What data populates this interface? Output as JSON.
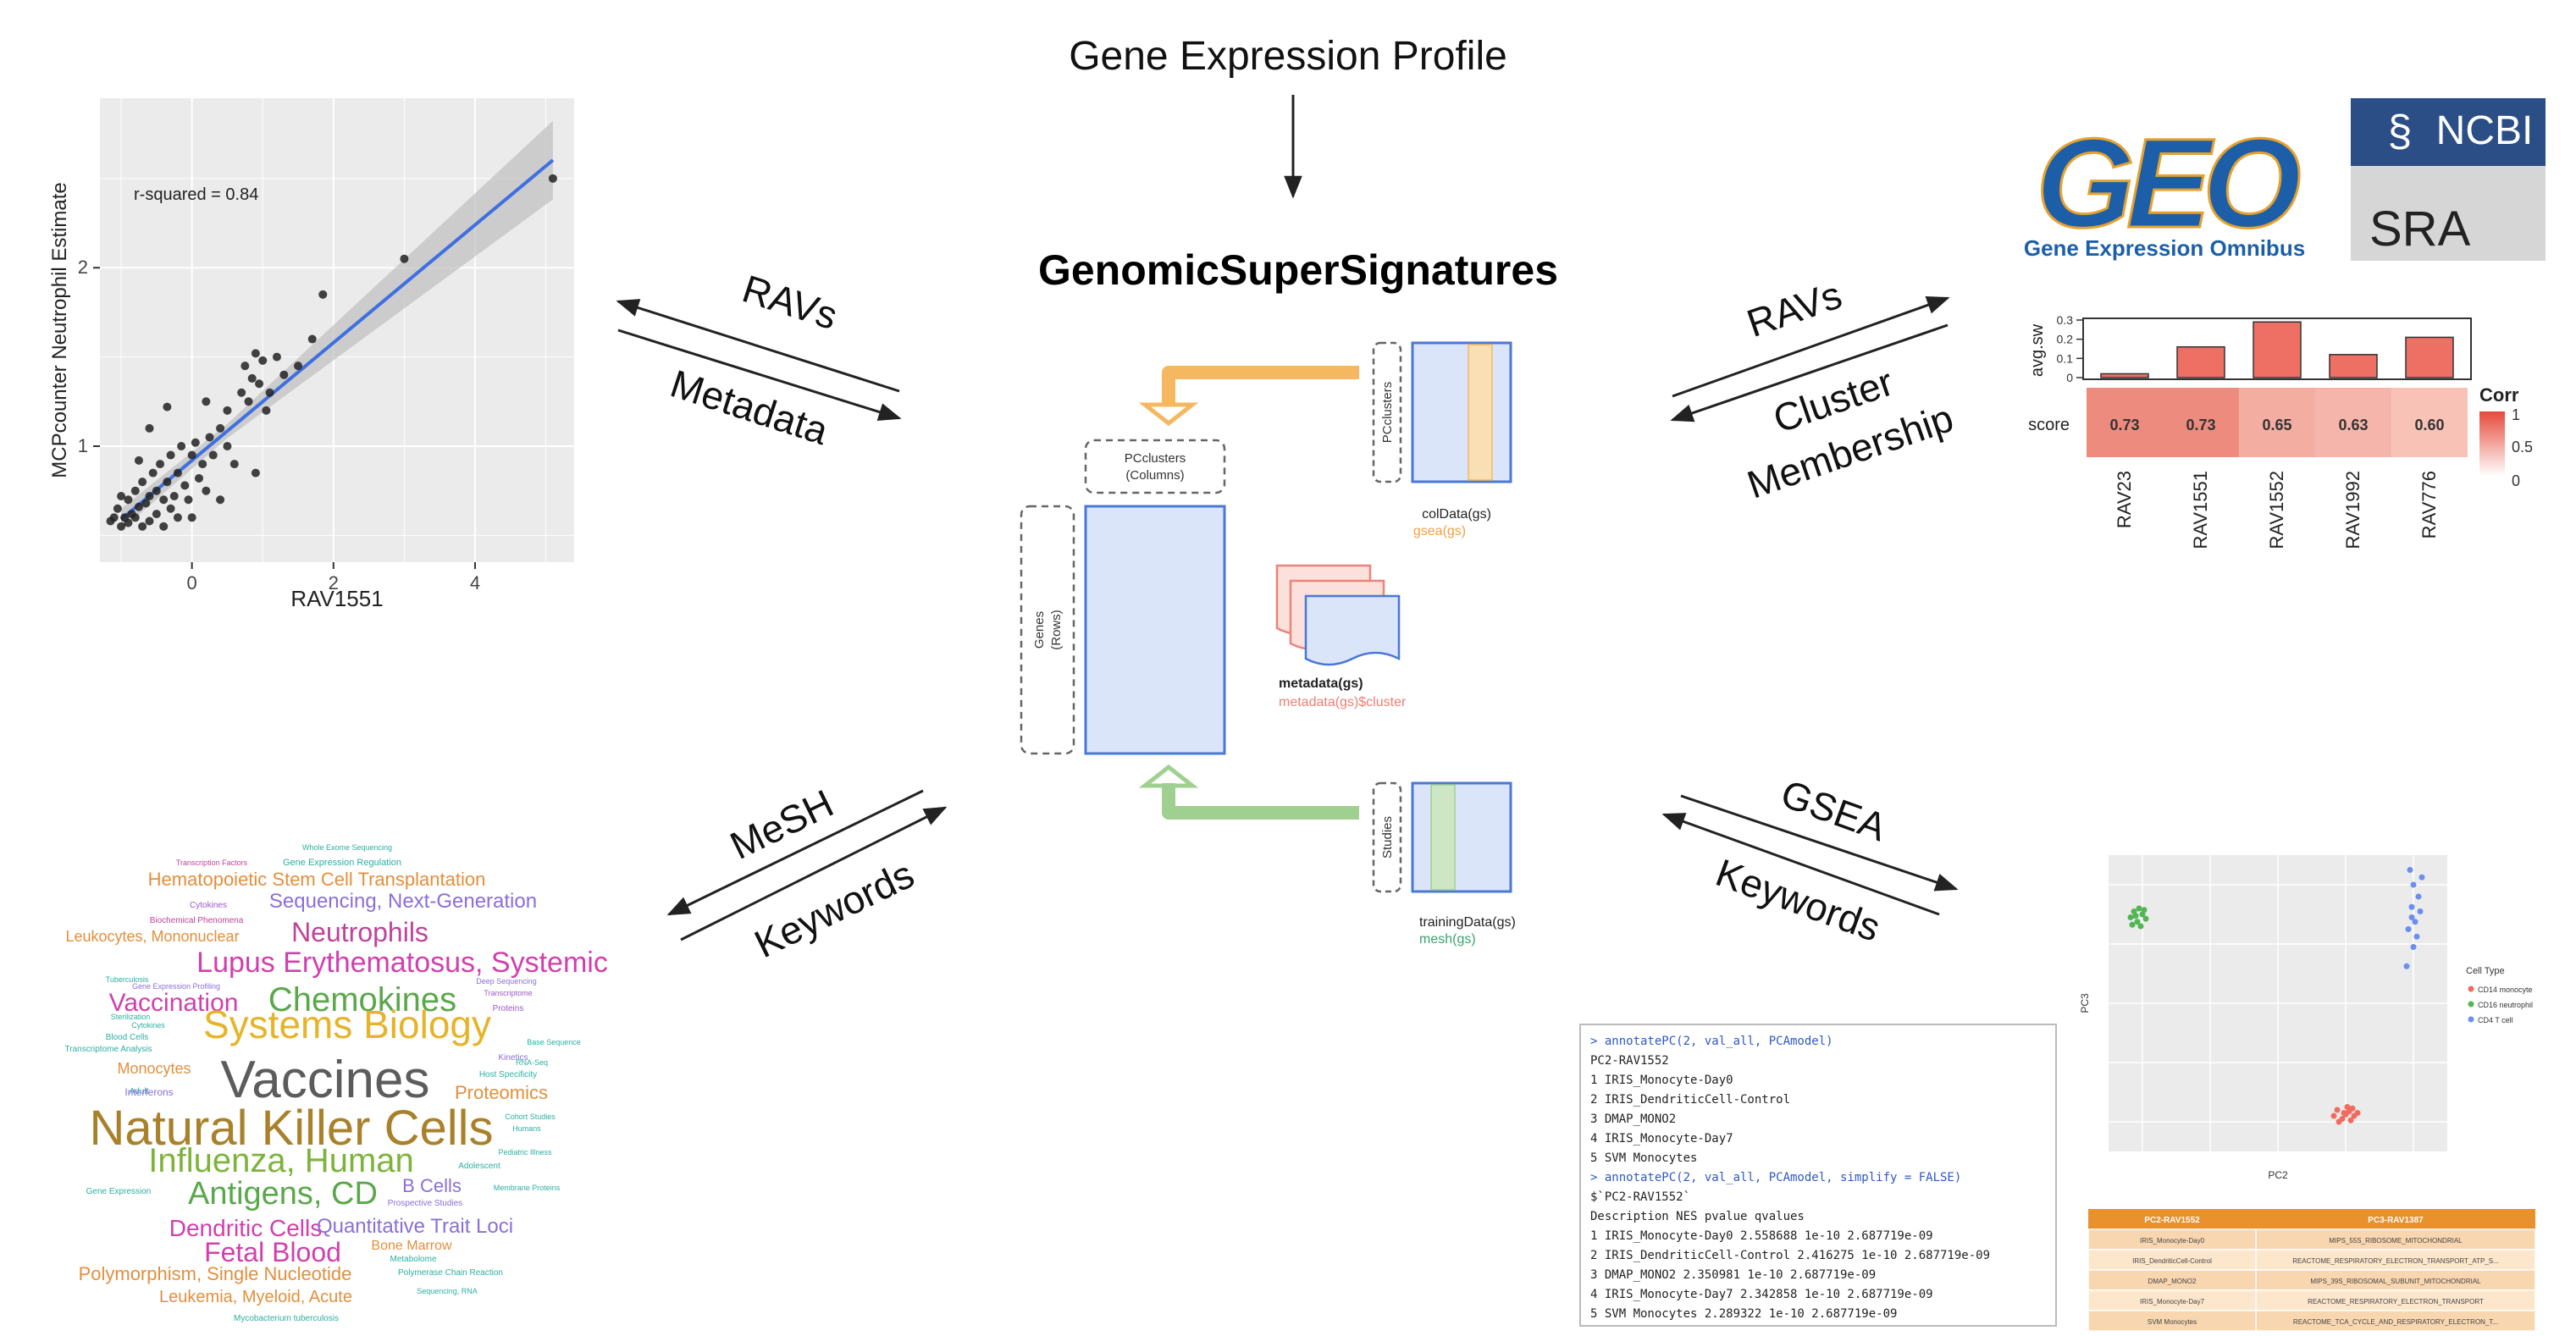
{
  "top": {
    "input_label": "Gene Expression Profile",
    "package_name": "GenomicSuperSignatures"
  },
  "arrows": {
    "top_left": [
      "RAVs",
      "Metadata"
    ],
    "top_right": [
      "RAVs",
      "Cluster",
      "Membership"
    ],
    "bottom_left": [
      "MeSH",
      "Keywords"
    ],
    "bottom_right": [
      "GSEA",
      "Keywords"
    ]
  },
  "center": {
    "pcclusters_cols": [
      "PCclusters",
      "(Columns)"
    ],
    "genes_rows": [
      "Genes",
      "(Rows)"
    ],
    "pcclusters_side": "PCclusters",
    "studies_side": "Studies",
    "coldata": "colData(gs)",
    "coldata_sub": "gsea(gs)",
    "metadata": "metadata(gs)",
    "metadata_sub": "metadata(gs)$cluster",
    "training": "trainingData(gs)",
    "training_sub": "mesh(gs)",
    "colors": {
      "orange": "#f5b860",
      "green": "#9fd08f",
      "pink": "#f0a9a0",
      "blue": "#dbe5fa",
      "blue_stroke": "#4a78d6"
    }
  },
  "logos": {
    "geo": "GEO",
    "geo_sub": "Gene Expression Omnibus",
    "ncbi": "NCBI",
    "sra": "SRA"
  },
  "scatter": {
    "annotation": "r-squared = 0.84",
    "xlabel": "RAV1551",
    "ylabel": "MCPcounter Neutrophil Estimate",
    "xticks": [
      "0",
      "2",
      "4"
    ],
    "yticks": [
      "1",
      "2"
    ]
  },
  "chart_data": [
    {
      "type": "scatter",
      "title": "",
      "xlabel": "RAV1551",
      "ylabel": "MCPcounter Neutrophil Estimate",
      "xlim": [
        -1.3,
        5.4
      ],
      "ylim": [
        0.35,
        2.95
      ],
      "annotation": "r-squared = 0.84",
      "regression": {
        "intercept": 0.92,
        "slope": 0.33
      },
      "points": [
        [
          -1.15,
          0.58
        ],
        [
          -1.1,
          0.6
        ],
        [
          -1.05,
          0.65
        ],
        [
          -1.0,
          0.55
        ],
        [
          -0.95,
          0.6
        ],
        [
          -0.9,
          0.7
        ],
        [
          -0.9,
          0.57
        ],
        [
          -0.85,
          0.62
        ],
        [
          -0.8,
          0.75
        ],
        [
          -0.8,
          0.6
        ],
        [
          -0.75,
          0.66
        ],
        [
          -0.7,
          0.55
        ],
        [
          -0.7,
          0.8
        ],
        [
          -0.65,
          0.68
        ],
        [
          -0.6,
          0.72
        ],
        [
          -0.6,
          0.58
        ],
        [
          -0.55,
          0.85
        ],
        [
          -0.5,
          0.75
        ],
        [
          -0.5,
          0.62
        ],
        [
          -0.45,
          0.9
        ],
        [
          -0.4,
          0.7
        ],
        [
          -0.4,
          0.55
        ],
        [
          -0.35,
          0.8
        ],
        [
          -0.3,
          0.95
        ],
        [
          -0.3,
          0.65
        ],
        [
          -0.25,
          0.72
        ],
        [
          -0.2,
          0.85
        ],
        [
          -0.2,
          0.6
        ],
        [
          -0.15,
          1.0
        ],
        [
          -0.1,
          0.78
        ],
        [
          -0.05,
          0.7
        ],
        [
          0.0,
          0.95
        ],
        [
          0.0,
          0.6
        ],
        [
          0.05,
          1.02
        ],
        [
          0.1,
          0.82
        ],
        [
          0.15,
          0.9
        ],
        [
          0.2,
          0.75
        ],
        [
          0.25,
          1.05
        ],
        [
          0.3,
          0.95
        ],
        [
          0.4,
          1.1
        ],
        [
          0.5,
          1.0
        ],
        [
          0.5,
          1.2
        ],
        [
          0.6,
          0.9
        ],
        [
          0.7,
          1.3
        ],
        [
          0.75,
          1.45
        ],
        [
          0.8,
          1.25
        ],
        [
          0.85,
          1.38
        ],
        [
          0.9,
          1.52
        ],
        [
          0.95,
          1.35
        ],
        [
          1.0,
          1.48
        ],
        [
          1.05,
          1.2
        ],
        [
          1.1,
          1.3
        ],
        [
          1.2,
          1.5
        ],
        [
          1.3,
          1.4
        ],
        [
          -0.6,
          1.1
        ],
        [
          0.2,
          1.25
        ],
        [
          0.9,
          0.85
        ],
        [
          1.5,
          1.45
        ],
        [
          1.7,
          1.6
        ],
        [
          1.85,
          1.85
        ],
        [
          3.0,
          2.05
        ],
        [
          5.1,
          2.5
        ],
        [
          -0.35,
          1.22
        ],
        [
          0.4,
          0.7
        ],
        [
          -1.0,
          0.72
        ],
        [
          -0.75,
          0.92
        ]
      ]
    },
    {
      "type": "bar",
      "title": "",
      "categories": [
        "RAV23",
        "RAV1551",
        "RAV1552",
        "RAV1992",
        "RAV776"
      ],
      "series": [
        {
          "name": "avg.sw",
          "values": [
            0.02,
            0.16,
            0.29,
            0.12,
            0.21
          ]
        }
      ],
      "ylabel": "avg.sw",
      "ylim": [
        0,
        0.3
      ],
      "yticks": [
        "0",
        "0.1",
        "0.2",
        "0.3"
      ]
    },
    {
      "type": "heatmap",
      "row_label": "score",
      "categories": [
        "RAV23",
        "RAV1551",
        "RAV1552",
        "RAV1992",
        "RAV776"
      ],
      "values": [
        0.73,
        0.73,
        0.65,
        0.63,
        0.6
      ],
      "value_labels": [
        "0.73",
        "0.73",
        "0.65",
        "0.63",
        "0.60"
      ],
      "legend_title": "Corr",
      "legend_ticks": [
        "1",
        "0.5",
        "0"
      ]
    },
    {
      "type": "scatter",
      "title": "",
      "xlabel": "PC2",
      "ylabel": "PC3",
      "legend_title": "Cell Type",
      "xlim": [
        -1,
        1
      ],
      "ylim": [
        -1,
        1
      ],
      "series": [
        {
          "name": "CD14 monocyte",
          "color": "#f26b5e",
          "points": [
            [
              0.35,
              -0.72
            ],
            [
              0.4,
              -0.75
            ],
            [
              0.38,
              -0.78
            ],
            [
              0.42,
              -0.73
            ],
            [
              0.45,
              -0.76
            ],
            [
              0.36,
              -0.8
            ],
            [
              0.41,
              -0.7
            ],
            [
              0.47,
              -0.74
            ],
            [
              0.39,
              -0.74
            ],
            [
              0.43,
              -0.79
            ],
            [
              0.33,
              -0.76
            ],
            [
              0.44,
              -0.71
            ]
          ]
        },
        {
          "name": "CD16 neutrophil",
          "color": "#52b653",
          "points": [
            [
              -0.87,
              0.58
            ],
            [
              -0.85,
              0.62
            ],
            [
              -0.83,
              0.55
            ],
            [
              -0.8,
              0.6
            ],
            [
              -0.78,
              0.57
            ],
            [
              -0.82,
              0.64
            ],
            [
              -0.86,
              0.53
            ],
            [
              -0.79,
              0.63
            ],
            [
              -0.84,
              0.59
            ],
            [
              -0.81,
              0.52
            ]
          ]
        },
        {
          "name": "CD4 T cell",
          "color": "#6a8ff0",
          "points": [
            [
              0.78,
              0.9
            ],
            [
              0.8,
              0.8
            ],
            [
              0.83,
              0.72
            ],
            [
              0.79,
              0.65
            ],
            [
              0.84,
              0.62
            ],
            [
              0.81,
              0.55
            ],
            [
              0.77,
              0.5
            ],
            [
              0.82,
              0.45
            ],
            [
              0.8,
              0.38
            ],
            [
              0.76,
              0.25
            ],
            [
              0.85,
              0.85
            ],
            [
              0.79,
              0.58
            ]
          ]
        }
      ]
    }
  ],
  "wordcloud": [
    {
      "text": "Whole Exome Sequencing",
      "size": 9,
      "color": "#2bb0a0"
    },
    {
      "text": "Transcription Factors",
      "size": 9,
      "color": "#c0439a"
    },
    {
      "text": "Gene Expression Regulation",
      "size": 11,
      "color": "#2bb0a0"
    },
    {
      "text": "Hematopoietic Stem Cell Transplantation",
      "size": 22,
      "color": "#e38f3c"
    },
    {
      "text": "Cytokines",
      "size": 10,
      "color": "#9b57c9"
    },
    {
      "text": "Sequencing, Next-Generation",
      "size": 24,
      "color": "#8a6fd6"
    },
    {
      "text": "Biochemical Phenomena",
      "size": 10,
      "color": "#c0439a"
    },
    {
      "text": "Leukocytes, Mononuclear",
      "size": 18,
      "color": "#e38f3c"
    },
    {
      "text": "Neutrophils",
      "size": 32,
      "color": "#c0439a"
    },
    {
      "text": "Lupus Erythematosus, Systemic",
      "size": 34,
      "color": "#d13fae"
    },
    {
      "text": "Tuberculosis",
      "size": 9,
      "color": "#2bb0a0"
    },
    {
      "text": "Gene Expression Profiling",
      "size": 9,
      "color": "#8a6fd6"
    },
    {
      "text": "Deep Sequencing",
      "size": 9,
      "color": "#8a6fd6"
    },
    {
      "text": "Transcriptome",
      "size": 9,
      "color": "#9b57c9"
    },
    {
      "text": "Vaccination",
      "size": 30,
      "color": "#d13fae"
    },
    {
      "text": "Chemokines",
      "size": 40,
      "color": "#5aa84b"
    },
    {
      "text": "Proteins",
      "size": 10,
      "color": "#9b57c9"
    },
    {
      "text": "Sterilization",
      "size": 9,
      "color": "#2bb0a0"
    },
    {
      "text": "Cytokines",
      "size": 9,
      "color": "#2bb0a0"
    },
    {
      "text": "Systems Biology",
      "size": 46,
      "color": "#e6b42a"
    },
    {
      "text": "Blood Cells",
      "size": 10,
      "color": "#2bb0a0"
    },
    {
      "text": "Transcriptome Analysis",
      "size": 10,
      "color": "#2bb0a0"
    },
    {
      "text": "Base Sequence",
      "size": 9,
      "color": "#2bb0a0"
    },
    {
      "text": "Kinetics",
      "size": 10,
      "color": "#8a6fd6"
    },
    {
      "text": "RNA-Seq",
      "size": 9,
      "color": "#2bb0a0"
    },
    {
      "text": "Monocytes",
      "size": 18,
      "color": "#e38f3c"
    },
    {
      "text": "Vaccines",
      "size": 62,
      "color": "#5c5c5c"
    },
    {
      "text": "Host Specificity",
      "size": 10,
      "color": "#2bb0a0"
    },
    {
      "text": "Adult",
      "size": 10,
      "color": "#2bb0a0"
    },
    {
      "text": "Interferons",
      "size": 12,
      "color": "#8a6fd6"
    },
    {
      "text": "Proteomics",
      "size": 22,
      "color": "#e38f3c"
    },
    {
      "text": "Natural Killer Cells",
      "size": 58,
      "color": "#a8812a"
    },
    {
      "text": "Cohort Studies",
      "size": 9,
      "color": "#2bb0a0"
    },
    {
      "text": "Humans",
      "size": 9,
      "color": "#2bb0a0"
    },
    {
      "text": "Influenza, Human",
      "size": 40,
      "color": "#7db33c"
    },
    {
      "text": "Pediatric Illness",
      "size": 9,
      "color": "#2bb0a0"
    },
    {
      "text": "Adolescent",
      "size": 10,
      "color": "#2bb0a0"
    },
    {
      "text": "Antigens, CD",
      "size": 38,
      "color": "#5aa84b"
    },
    {
      "text": "B Cells",
      "size": 22,
      "color": "#8a6fd6"
    },
    {
      "text": "Gene Expression",
      "size": 10,
      "color": "#2bb0a0"
    },
    {
      "text": "Membrane Proteins",
      "size": 9,
      "color": "#2bb0a0"
    },
    {
      "text": "Prospective Studies",
      "size": 10,
      "color": "#8a6fd6"
    },
    {
      "text": "Dendritic Cells",
      "size": 28,
      "color": "#d13fae"
    },
    {
      "text": "Quantitative Trait Loci",
      "size": 24,
      "color": "#8a6fd6"
    },
    {
      "text": "Fetal Blood",
      "size": 32,
      "color": "#d13fae"
    },
    {
      "text": "Bone Marrow",
      "size": 16,
      "color": "#e38f3c"
    },
    {
      "text": "Metabolome",
      "size": 10,
      "color": "#2bb0a0"
    },
    {
      "text": "Polymorphism, Single Nucleotide",
      "size": 22,
      "color": "#e38f3c"
    },
    {
      "text": "Polymerase Chain Reaction",
      "size": 10,
      "color": "#2bb0a0"
    },
    {
      "text": "Leukemia, Myeloid, Acute",
      "size": 20,
      "color": "#e38f3c"
    },
    {
      "text": "Sequencing, RNA",
      "size": 9,
      "color": "#2bb0a0"
    },
    {
      "text": "Mycobacterium tuberculosis",
      "size": 10,
      "color": "#2bb0a0"
    }
  ],
  "console": {
    "lines": [
      {
        "text": "> annotatePC(2, val_all, PCAmodel)",
        "color": "#2f58c8"
      },
      {
        "text": "              PC2-RAV1552",
        "color": "#222"
      },
      {
        "text": "1          IRIS_Monocyte-Day0",
        "color": "#222"
      },
      {
        "text": "2 IRIS_DendriticCell-Control",
        "color": "#222"
      },
      {
        "text": "3                DMAP_MONO2",
        "color": "#222"
      },
      {
        "text": "4          IRIS_Monocyte-Day7",
        "color": "#222"
      },
      {
        "text": "5               SVM Monocytes",
        "color": "#222"
      },
      {
        "text": "> annotatePC(2, val_all, PCAmodel, simplify = FALSE)",
        "color": "#2f58c8"
      },
      {
        "text": "$`PC2-RAV1552`",
        "color": "#222"
      },
      {
        "text": "                 Description    NES pvalue     qvalues",
        "color": "#222"
      },
      {
        "text": "1          IRIS_Monocyte-Day0 2.558688  1e-10 2.687719e-09",
        "color": "#222"
      },
      {
        "text": "2 IRIS_DendriticCell-Control 2.416275  1e-10 2.687719e-09",
        "color": "#222"
      },
      {
        "text": "3                DMAP_MONO2 2.350981  1e-10 2.687719e-09",
        "color": "#222"
      },
      {
        "text": "4          IRIS_Monocyte-Day7 2.342858  1e-10 2.687719e-09",
        "color": "#222"
      },
      {
        "text": "5               SVM Monocytes 2.289322  1e-10 2.687719e-09",
        "color": "#222"
      }
    ]
  },
  "gsea_table": {
    "headers": [
      "PC2-RAV1552",
      "PC3-RAV1387"
    ],
    "rows": [
      [
        "IRIS_Monocyte-Day0",
        "MIPS_55S_RIBOSOME_MITOCHONDRIAL"
      ],
      [
        "IRIS_DendriticCell-Control",
        "REACTOME_RESPIRATORY_ELECTRON_TRANSPORT_ATP_S..."
      ],
      [
        "DMAP_MONO2",
        "MIPS_39S_RIBOSOMAL_SUBUNIT_MITOCHONDRIAL"
      ],
      [
        "IRIS_Monocyte-Day7",
        "REACTOME_RESPIRATORY_ELECTRON_TRANSPORT"
      ],
      [
        "SVM Monocytes",
        "REACTOME_TCA_CYCLE_AND_RESPIRATORY_ELECTRON_T..."
      ]
    ]
  }
}
